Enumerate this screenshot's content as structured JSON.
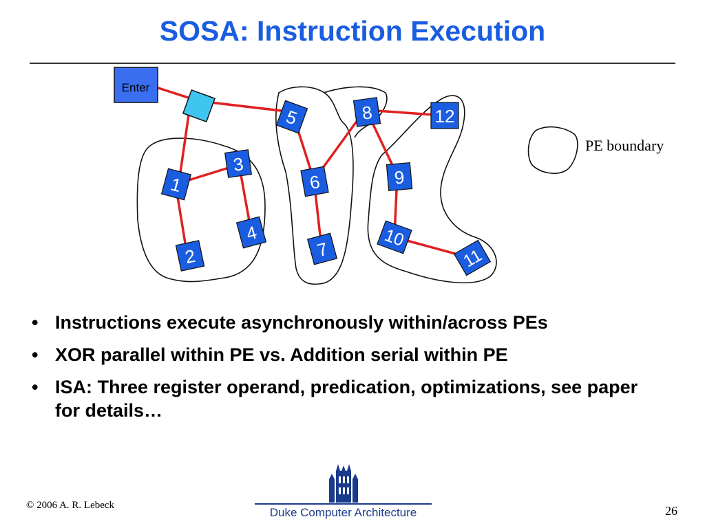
{
  "title": "SOSA: Instruction Execution",
  "diagram": {
    "enter_label": "Enter",
    "legend_label": "PE boundary",
    "nodes": [
      "1",
      "2",
      "3",
      "4",
      "5",
      "6",
      "7",
      "8",
      "9",
      "10",
      "11",
      "12"
    ]
  },
  "bullets": [
    "Instructions execute asynchronously within/across PEs",
    "XOR parallel within PE vs. Addition serial within PE",
    "ISA: Three register operand, predication, optimizations, see paper for details…"
  ],
  "footer": {
    "copyright": "© 2006 A. R. Lebeck",
    "brand": "Duke Computer Architecture",
    "page_number": "26"
  },
  "colors": {
    "title": "#1a5de0",
    "node_fill": "#1a5de0",
    "enter_fill": "#3a6ef0",
    "router_fill": "#3fc6f0",
    "edge": "#e02020",
    "footer": "#1a3a8a"
  }
}
